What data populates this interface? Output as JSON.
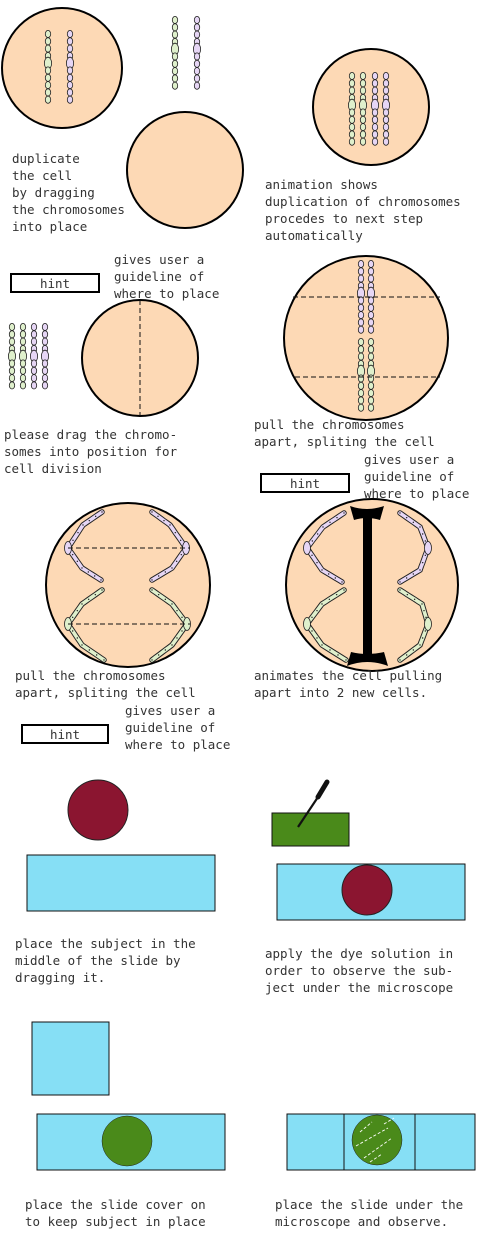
{
  "colors": {
    "cell_fill": "#fdd9b5",
    "green_chromosome": "#dff0cc",
    "purple_chromosome": "#e6d6f5",
    "subject_red": "#8b1530",
    "subject_green": "#4a8a1a",
    "slide_blue": "#86dff5",
    "dye_green": "#4a8a1a",
    "outline": "#000000"
  },
  "icons": [
    "dropper-icon"
  ],
  "captions": {
    "duplicate": "duplicate\nthe cell\nby dragging\nthe chromosomes\ninto place",
    "duplication_anim": "animation shows\nduplication of chromosomes\nprocedes to next step\nautomatically",
    "hint_guideline_1": "gives user a\nguideline of\nwhere to place",
    "drag_division": "please drag the chromo-\nsomes into position for\ncell division",
    "pull_apart_1": "pull the chromosomes\napart, spliting the cell",
    "hint_guideline_2": "gives user a\nguideline of\nwhere to place",
    "pull_apart_2": "pull the chromosomes\napart, spliting the cell",
    "cell_pulling": "animates the cell pulling\napart into 2 new cells.",
    "hint_guideline_3": "gives user a\nguideline of\nwhere to place",
    "place_subject": "place the subject in the\nmiddle of the slide by\ndragging it.",
    "apply_dye": "apply the dye solution in\norder to observe the sub-\nject under the microscope",
    "slide_cover": "place the slide cover on\nto keep subject in place",
    "under_microscope": "place the slide under the\nmicroscope and observe."
  },
  "hint_buttons": {
    "hint_1": "hint",
    "hint_2": "hint",
    "hint_3": "hint"
  }
}
